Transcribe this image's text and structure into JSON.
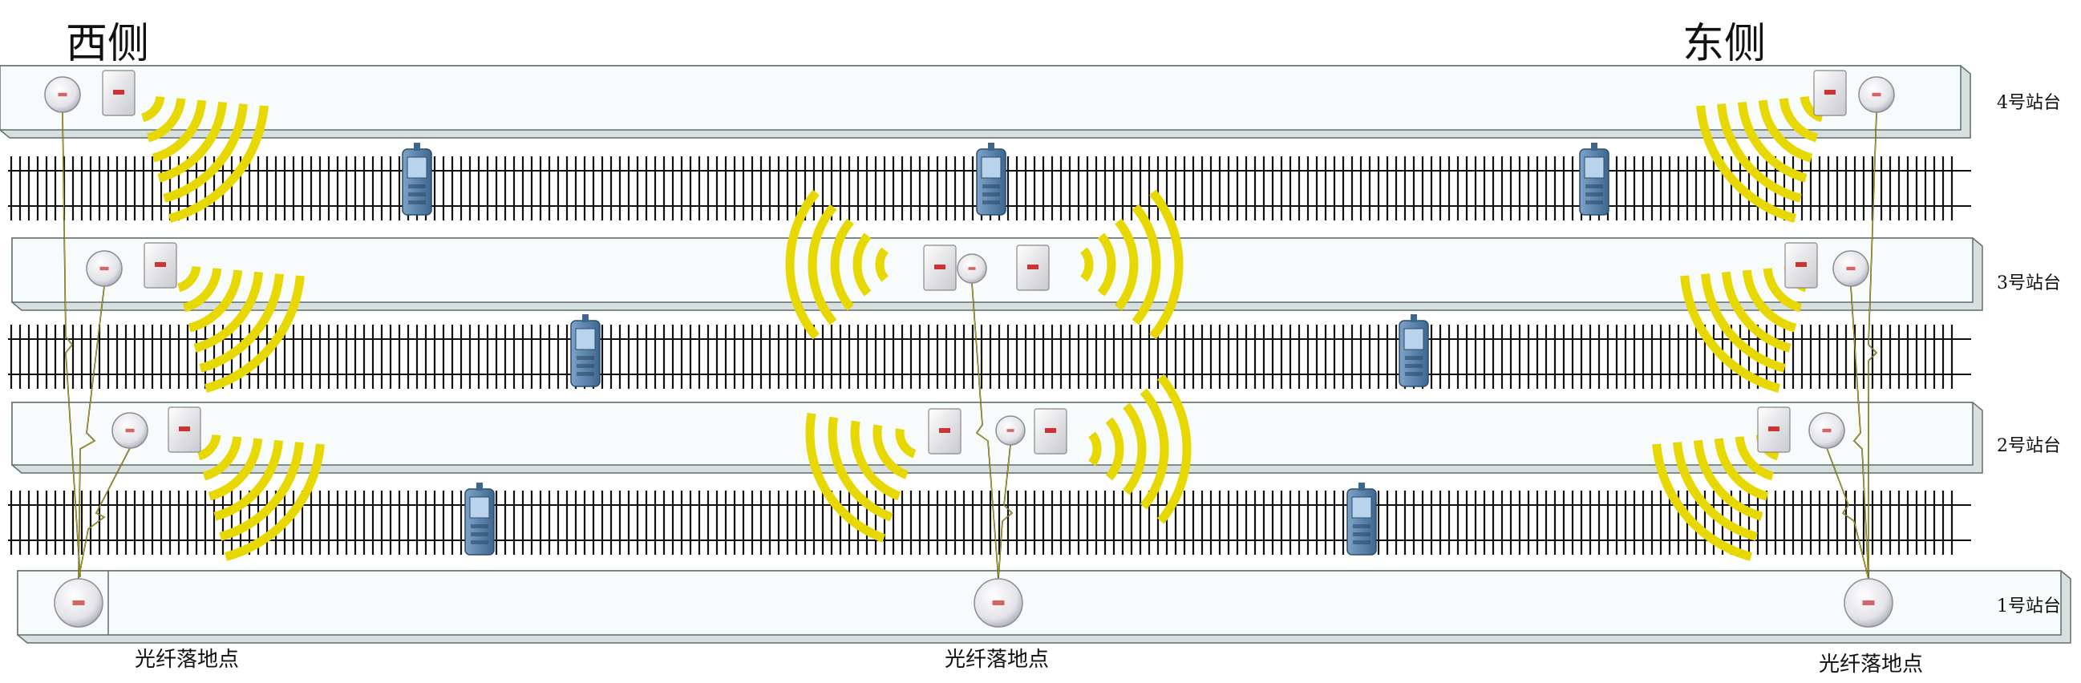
{
  "sides": {
    "west": "西侧",
    "east": "东侧"
  },
  "platforms": [
    "4号站台",
    "3号站台",
    "2号站台",
    "1号站台"
  ],
  "landing_points": [
    "光纤落地点",
    "光纤落地点",
    "光纤落地点"
  ],
  "colors": {
    "signal": "#e6d800",
    "ap": "#e9e9ef",
    "bar": "#f7fbfb",
    "bar_edge": "#6b7b7b",
    "train": "#5d86b0"
  },
  "icons": {
    "access_point": "wireless-access-point-icon",
    "antenna": "panel-antenna-icon",
    "signal": "wifi-signal-icon",
    "handheld": "handheld-terminal-icon",
    "fiber": "fiber-link-icon"
  }
}
